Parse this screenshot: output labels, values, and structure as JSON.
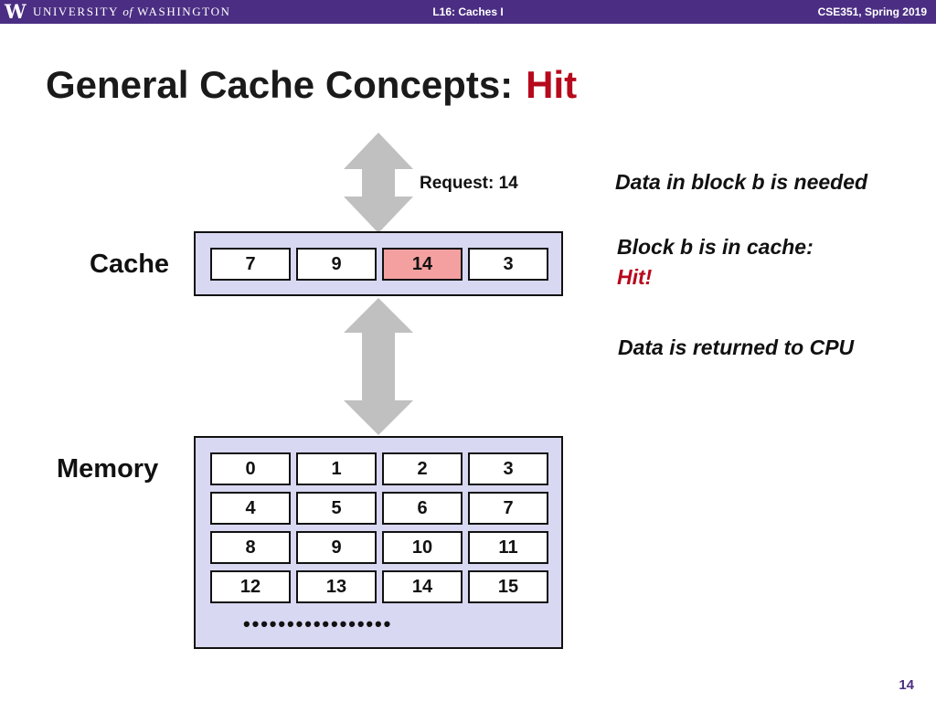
{
  "header": {
    "logo_letter": "W",
    "university_pre": "UNIVERSITY",
    "university_of": "of",
    "university_post": "WASHINGTON",
    "lecture": "L16: Caches I",
    "course": "CSE351, Spring 2019"
  },
  "slide": {
    "title_main": "General Cache Concepts:",
    "title_accent": "Hit",
    "page_number": "14"
  },
  "diagram": {
    "request_label": "Request: 14",
    "cache_label": "Cache",
    "memory_label": "Memory",
    "cache_blocks": [
      "7",
      "9",
      "14",
      "3"
    ],
    "hit_block_index": 2,
    "memory_blocks": [
      [
        "0",
        "1",
        "2",
        "3"
      ],
      [
        "4",
        "5",
        "6",
        "7"
      ],
      [
        "8",
        "9",
        "10",
        "11"
      ],
      [
        "12",
        "13",
        "14",
        "15"
      ]
    ],
    "ellipsis": "•••••••••••••••••",
    "colors": {
      "panel": "#d8d8f2",
      "hit_block": "#f5a0a0",
      "arrow": "#c0c0c0",
      "accent_red": "#b7091c",
      "header_purple": "#4b2e83"
    }
  },
  "notes": {
    "needed": "Data in block b is needed",
    "in_cache": "Block b is in cache:",
    "hit": "Hit!",
    "returned": "Data is returned to CPU"
  }
}
